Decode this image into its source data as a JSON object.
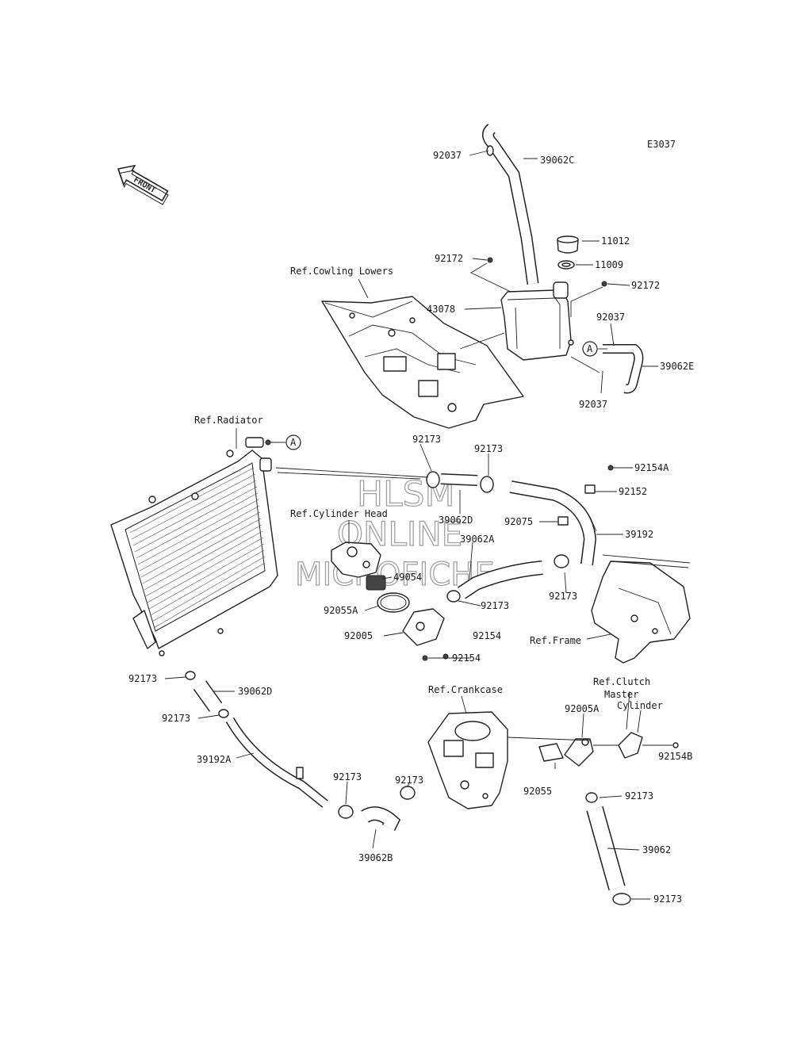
{
  "diagram_code": "E3037",
  "front_label": "FRONT",
  "callout_letter": "A",
  "watermark": {
    "line1": "HLSM",
    "line2": "ONLINE",
    "line3": "MICROFICHE"
  },
  "references": {
    "cowling": "Ref.Cowling Lowers",
    "radiator": "Ref.Radiator",
    "cylinder_head": "Ref.Cylinder Head",
    "frame": "Ref.Frame",
    "crankcase": "Ref.Crankcase",
    "clutch_line1": "Ref.Clutch",
    "clutch_line2": "Master",
    "clutch_line3": "Cylinder"
  },
  "parts": {
    "p_92037_top": "92037",
    "p_39062C": "39062C",
    "p_11012": "11012",
    "p_11009": "11009",
    "p_92172_left": "92172",
    "p_92172_right": "92172",
    "p_43078": "43078",
    "p_92037_mid": "92037",
    "p_39062E": "39062E",
    "p_92037_bot": "92037",
    "p_92173_a": "92173",
    "p_92173_b": "92173",
    "p_92154A": "92154A",
    "p_92152": "92152",
    "p_39062D_top": "39062D",
    "p_92075": "92075",
    "p_39192": "39192",
    "p_39062A": "39062A",
    "p_49054": "49054",
    "p_92173_c": "92173",
    "p_92055A": "92055A",
    "p_92173_d": "92173",
    "p_92005": "92005",
    "p_92154_a": "92154",
    "p_92154_b": "92154",
    "p_92173_e": "92173",
    "p_39062D_bot": "39062D",
    "p_92173_f": "92173",
    "p_39192A": "39192A",
    "p_92173_g": "92173",
    "p_92173_h": "92173",
    "p_39062B": "39062B",
    "p_92005A": "92005A",
    "p_92154B": "92154B",
    "p_92055": "92055",
    "p_92173_i": "92173",
    "p_39062": "39062",
    "p_92173_j": "92173"
  }
}
